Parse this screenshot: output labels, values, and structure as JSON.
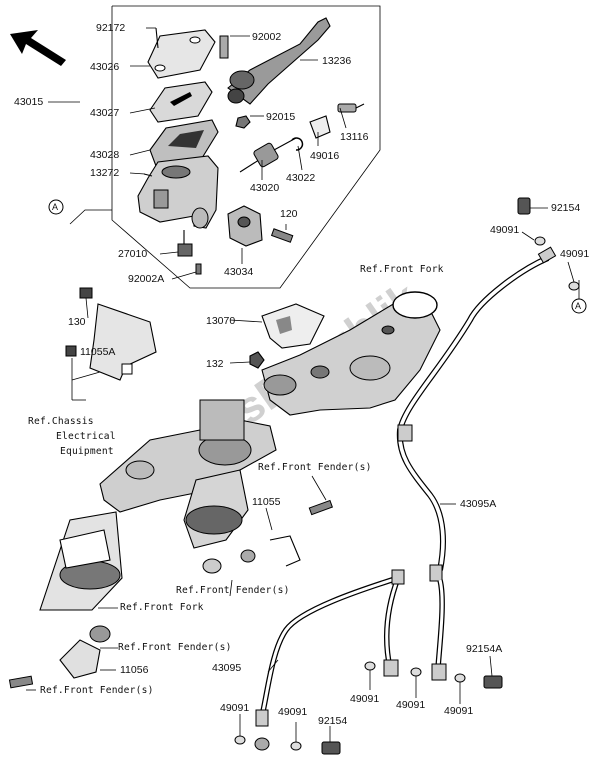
{
  "diagram": {
    "part_labels": {
      "p92172": "92172",
      "p92002": "92002",
      "p43026": "43026",
      "p13236": "13236",
      "p43015": "43015",
      "p43027": "43027",
      "p92015": "92015",
      "p13116": "13116",
      "p28": "43028",
      "p49016": "49016",
      "p13272": "13272",
      "p43020": "43020",
      "p43022": "43022",
      "p120": "120",
      "p27010": "27010",
      "p43034": "43034",
      "p92002A": "92002A",
      "p92154a": "92154",
      "p49091a": "49091",
      "p49091b": "49091",
      "p130": "130",
      "p13070": "13070",
      "p11055A": "11055A",
      "p132": "132",
      "p11055": "11055",
      "p43095A": "43095A",
      "p11056": "11056",
      "p43095": "43095",
      "p92154A": "92154A",
      "p49091c": "49091",
      "p49091d": "49091",
      "p49091e": "49091",
      "p49091f": "49091",
      "p49091g": "49091",
      "p92154b": "92154"
    },
    "ref_labels": {
      "front_fork_top": "Ref.Front Fork",
      "chassis_1": "Ref.Chassis",
      "chassis_2": "Electrical",
      "chassis_3": "Equipment",
      "fender_1": "Ref.Front Fender(s)",
      "fender_2": "Ref.Front Fender(s)",
      "front_fork_bottom": "Ref.Front Fork",
      "fender_3": "Ref.Front Fender(s)",
      "fender_4": "Ref.Front Fender(s)"
    },
    "callouts": {
      "a1": "A",
      "a2": "A"
    },
    "watermark": "PartsRepublik",
    "colors": {
      "line": "#000000",
      "part_fill": "#d9d9d9",
      "dark_fill": "#8c8c8c",
      "watermark": "#d0d0d0"
    }
  }
}
